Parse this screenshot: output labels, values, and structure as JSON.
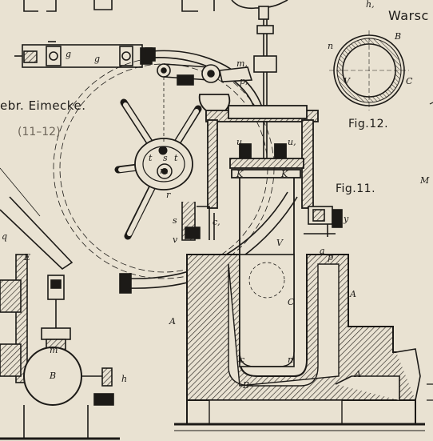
{
  "headings": {
    "maker": "ebr. Eimecke.",
    "maker_ref": "(11–12)",
    "place": "Warsc"
  },
  "figures": {
    "fig11": "Fig.11.",
    "fig12": "Fig.12."
  },
  "letters": {
    "h_top": "h,",
    "g1": "g",
    "g2": "g",
    "m1_top": "m,",
    "m1_left": "m,",
    "p1": "p,",
    "n_fig12": "n",
    "B_fig12": "B",
    "V_fig12": "V",
    "C_fig12": "C",
    "u_left": "u",
    "u_right": "u,",
    "K_left": "K",
    "K_right": "K",
    "t_left": "t",
    "t_right": "t",
    "s_wheel": "s",
    "m_wheel": "m",
    "r": "r",
    "s_lower": "s",
    "c1": "c,",
    "v": "v",
    "V_main": "V",
    "y": "y",
    "a": "a",
    "p": "p",
    "M": "M",
    "q": "q",
    "E": "E",
    "A_left": "A",
    "A_right": "A",
    "A_lower": "A",
    "C_main": "C",
    "c_main": "c",
    "n_main": "n",
    "B_main": "B",
    "B_left": "B",
    "h_left": "h",
    "m_left": "m"
  }
}
